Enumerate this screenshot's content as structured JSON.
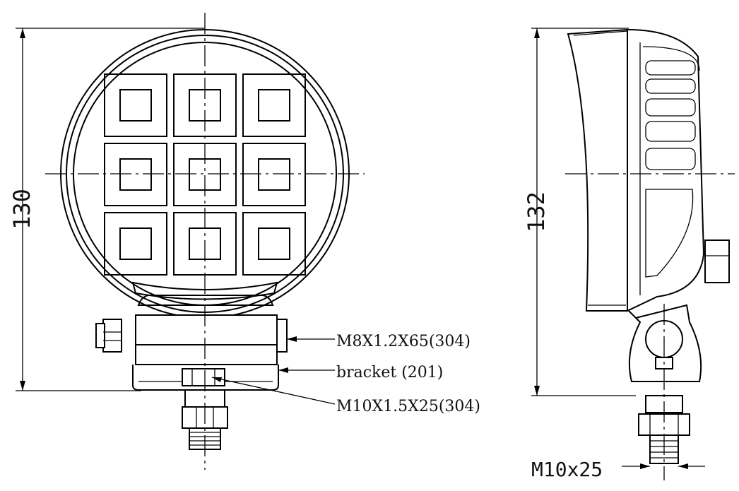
{
  "front_view": {
    "height_dimension": "130",
    "callouts": {
      "bolt": "M8X1.2X65(304)",
      "bracket": "bracket (201)",
      "screw": "M10X1.5X25(304)"
    }
  },
  "side_view": {
    "height_dimension": "132",
    "thread_label": "M10x25"
  }
}
